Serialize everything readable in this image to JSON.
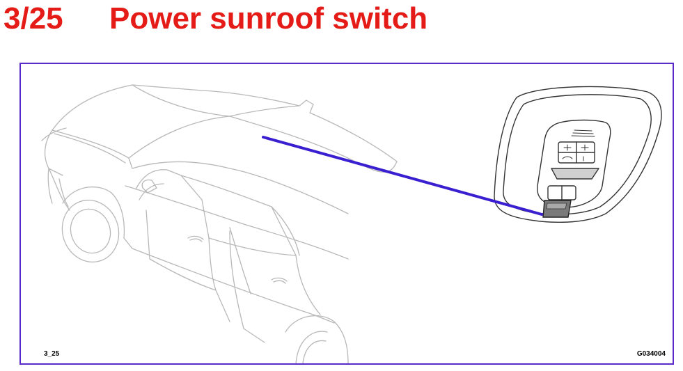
{
  "header": {
    "section_number": "3/25",
    "title": "Power sunroof switch"
  },
  "figure": {
    "code_left": "3_25",
    "code_right": "G034004",
    "drawing_icons": [
      "car-outline-icon",
      "overhead-console-icon",
      "sunroof-switch-icon",
      "pointer-line-icon"
    ]
  },
  "colors": {
    "title": "#e41b17",
    "frame": "#5a2ac8",
    "pointer": "#3a1fd0",
    "line_art": "#b8b8b8",
    "console_line": "#333333"
  }
}
